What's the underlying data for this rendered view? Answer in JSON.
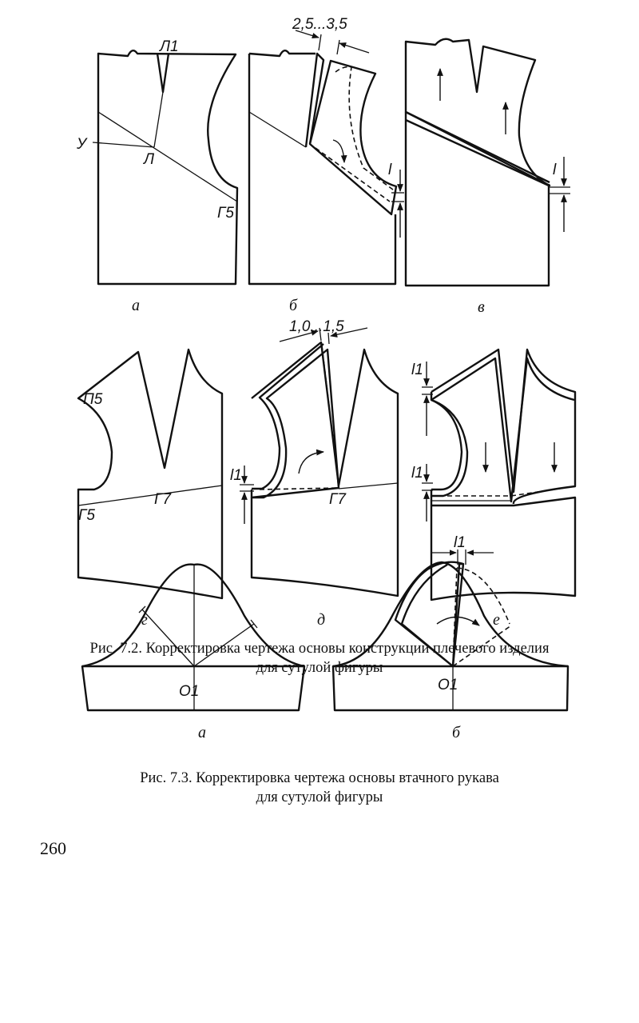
{
  "figure_7_2": {
    "panel_labels": [
      "а",
      "б",
      "в",
      "г",
      "д",
      "е"
    ],
    "points": {
      "L1": "Л1",
      "L": "Л",
      "Y": "У",
      "G5_a": "Г5",
      "P5": "П5",
      "G5_g": "Г5",
      "G7_g": "Г7",
      "G7_d": "Г7"
    },
    "dimensions": {
      "b_top": "2,5...3,5",
      "b_side": "l",
      "v_side": "l",
      "d_top": "1,0...1,5",
      "d_side": "l1",
      "e_top": "l1",
      "e_side": "l1"
    },
    "caption_line1": "Рис. 7.2. Корректировка чертежа основы конструкции плечевого изделия",
    "caption_line2": "для сутулой фигуры"
  },
  "figure_7_3": {
    "panel_labels": [
      "а",
      "б"
    ],
    "points": {
      "O1_a": "O1",
      "O1_b": "O1"
    },
    "dimensions": {
      "b_top": "l1"
    },
    "caption_line1": "Рис. 7.3. Корректировка чертежа основы втачного рукава",
    "caption_line2": "для сутулой фигуры"
  },
  "page_number": "260"
}
